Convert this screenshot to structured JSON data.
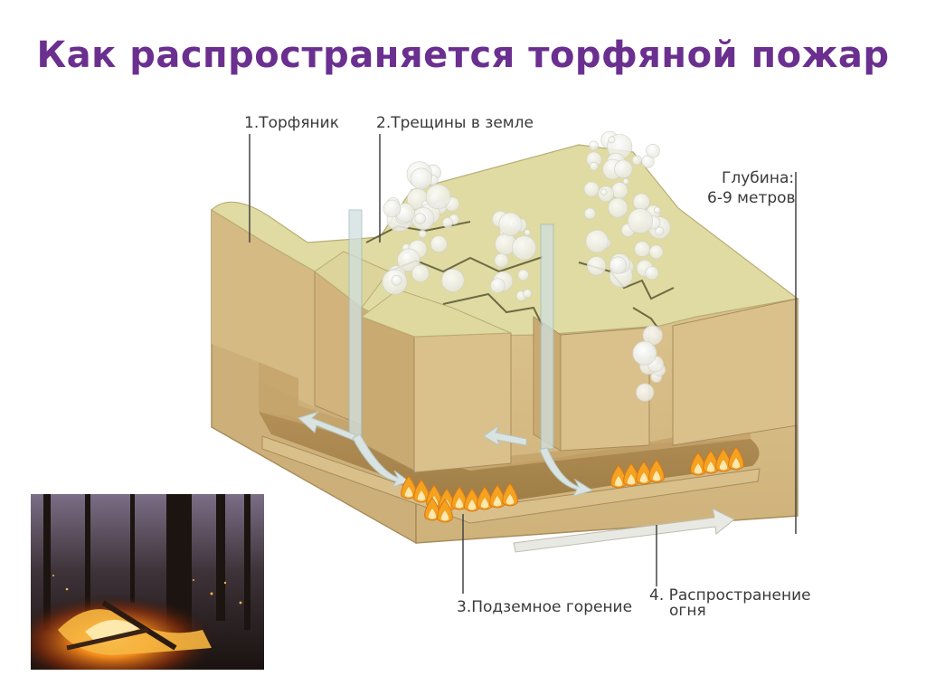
{
  "slide": {
    "title": "Как распространяется торфяной пожар"
  },
  "diagram": {
    "labels": {
      "peatland": "1.Торфяник",
      "cracks": "2.Трещины в земле",
      "underground_burning": "3.Подземное горение",
      "fire_spread_line1": "4. Распространение",
      "fire_spread_line2": "огня",
      "depth_line1": "Глубина:",
      "depth_line2": "6-9 метров"
    }
  },
  "photo": {
    "subject": "burning-forest-floor-photo"
  },
  "colors": {
    "title": "#6a2f8f",
    "soil_front": "#d7bd87",
    "soil_side": "#c9ab72",
    "soil_top": "#dfdca3",
    "tunnel": "#a9874e",
    "flame_outer": "#f4a21f",
    "flame_inner": "#fde9b0"
  }
}
